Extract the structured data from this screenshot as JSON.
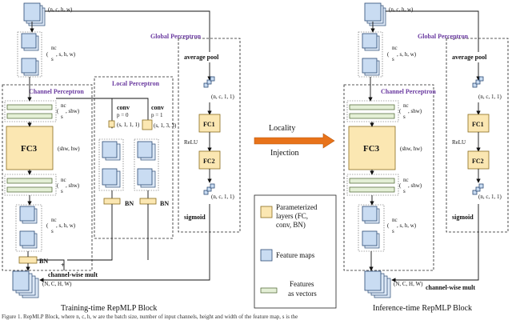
{
  "diagram": {
    "left": {
      "input_shape": "(n, c, h, w)",
      "reshape1": [
        "nc",
        "s",
        "(",
        ", s, h, w)"
      ],
      "channel_title": "Channel Perceptron",
      "channel_shape1": [
        "nc",
        "s",
        "(",
        ", shw)"
      ],
      "fc3": "FC3",
      "fc3_shape": "(shw, hw)",
      "channel_shape2": [
        "nc",
        "s",
        "(",
        ", shw)"
      ],
      "reshape2": [
        "nc",
        "s",
        "(",
        ", s, h, w)"
      ],
      "bn": "BN",
      "plus": "+",
      "output_shape": "(N, C, H, W)",
      "caption": "Training-time RepMLP Block"
    },
    "local": {
      "title": "Local Perceptron",
      "conv_a": "conv",
      "conv_a_p": "p = 0",
      "conv_a_k": "(s, 1, 1, 1)",
      "conv_b": "conv",
      "conv_b_p": "p = 1",
      "conv_b_k": "(s, 1, 3, 3)",
      "bn_a": "BN",
      "bn_b": "BN"
    },
    "global_left": {
      "title": "Global Perceptron",
      "avgpool": "average pool",
      "shape1": "(n, c, 1, 1)",
      "fc1": "FC1",
      "relu": "ReLU",
      "fc2": "FC2",
      "shape2": "(n, c, 1, 1)",
      "sigmoid": "sigmoid",
      "mult": "channel-wise mult"
    },
    "arrow": {
      "line1": "Locality",
      "line2": "Injection",
      "color": "#e8731a"
    },
    "legend": {
      "param": [
        "Parameterized",
        "layers (FC,",
        "conv, BN)"
      ],
      "feature_maps": "Feature maps",
      "features": [
        "Features",
        "as vectors"
      ]
    },
    "right": {
      "input_shape": "(n, c, h, w)",
      "reshape1": [
        "nc",
        "s",
        "(",
        ", s, h, w)"
      ],
      "channel_title": "Channel Perceptron",
      "channel_shape1": [
        "nc",
        "s",
        "(",
        ", shw)"
      ],
      "fc3": "FC3",
      "fc3_shape": "(shw, hw)",
      "channel_shape2": [
        "nc",
        "s",
        "(",
        ", shw)"
      ],
      "reshape2": [
        "nc",
        "s",
        "(",
        ", s, h, w)"
      ],
      "output_shape": "(N, C, H, W)",
      "caption": "Inference-time RepMLP Block"
    },
    "global_right": {
      "title": "Global Perceptron",
      "avgpool": "average pool",
      "shape1": "(n, c, 1, 1)",
      "fc1": "FC1",
      "relu": "ReLU",
      "fc2": "FC2",
      "shape2": "(n, c, 1, 1)",
      "sigmoid": "sigmoid",
      "mult": "channel-wise mult"
    },
    "caption_bottom": "Figure 1. RepMLP Block, where n, c, h, w are the batch size, number of input channels, height and width of the feature map, s is the"
  }
}
